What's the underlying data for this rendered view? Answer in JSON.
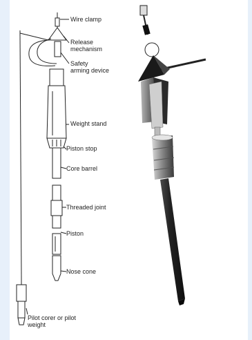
{
  "labels": {
    "wire_clamp": "Wire clamp",
    "release_mechanism_1": "Release",
    "release_mechanism_2": "mechanism",
    "safety_arming_1": "Safety",
    "safety_arming_2": "arming device",
    "weight_stand": "Weight stand",
    "piston_stop": "Piston stop",
    "core_barrel": "Core barrel",
    "threaded_joint": "Threaded joint",
    "piston": "Piston",
    "nose_cone": "Nose cone",
    "pilot_corer_1": "Pilot corer or pilot",
    "pilot_corer_2": "weight"
  },
  "colors": {
    "background": "#e7f0fa",
    "panel": "#ffffff",
    "line": "#222222",
    "dark_metal": "#1a1a1a",
    "mid_metal": "#6d6d6d",
    "light_metal": "#c9c9c9"
  }
}
